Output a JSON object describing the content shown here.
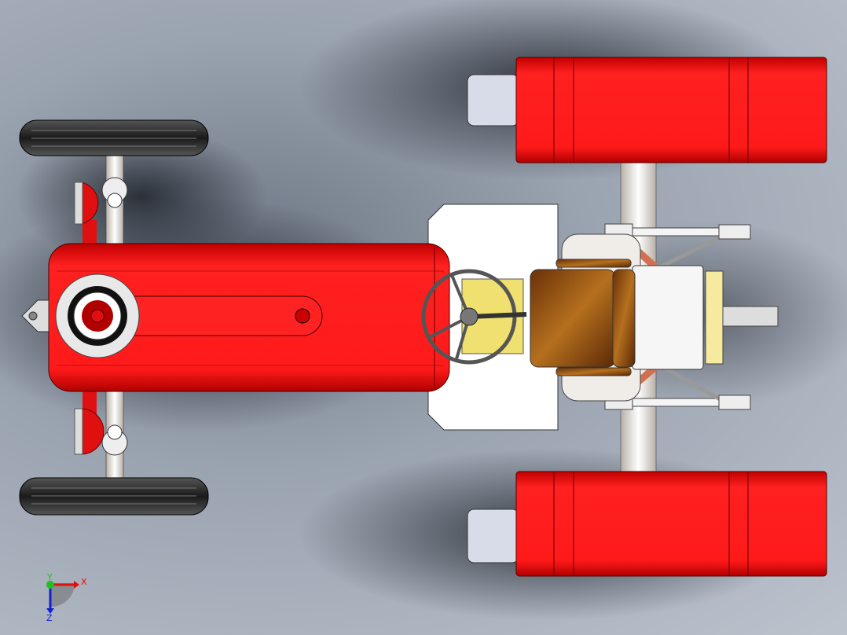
{
  "viewport": {
    "model": "tractor",
    "view": "top"
  },
  "triad": {
    "x_label": "X",
    "y_label": "Y",
    "z_label": "Z",
    "x_color": "#e01010",
    "y_color": "#20c020",
    "z_color": "#1020d0"
  },
  "colors": {
    "body_red": "#ff1a1a",
    "tire": "#2a2a2a",
    "seat": "#8a4a12",
    "yellow": "#f0e070"
  }
}
